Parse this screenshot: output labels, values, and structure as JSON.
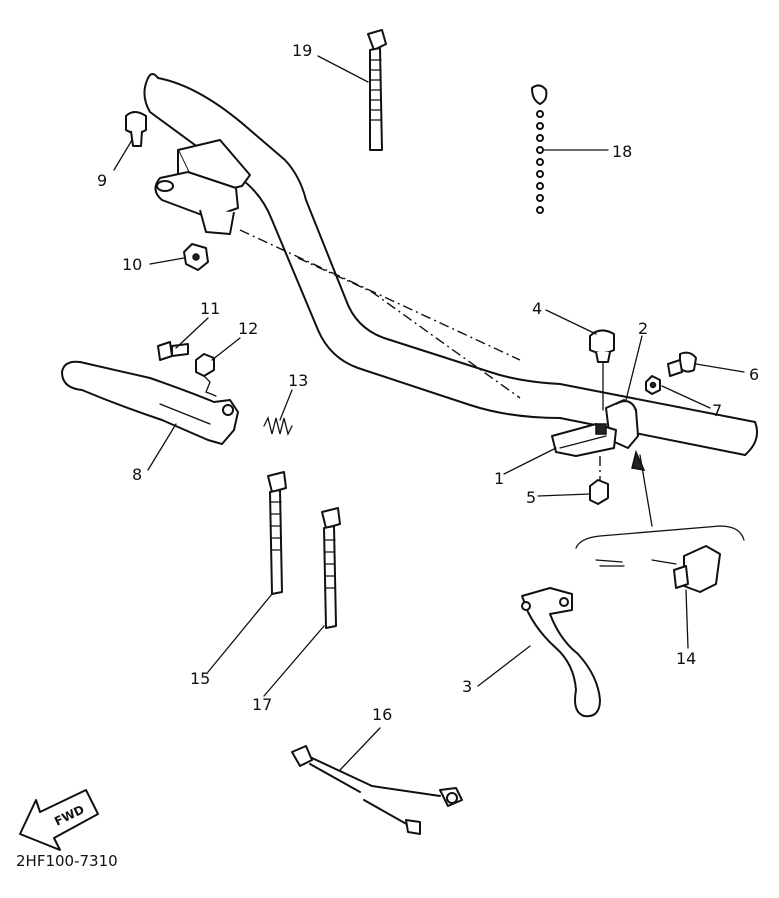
{
  "callouts": [
    {
      "id": "1",
      "label": "1"
    },
    {
      "id": "2",
      "label": "2"
    },
    {
      "id": "3",
      "label": "3"
    },
    {
      "id": "4",
      "label": "4"
    },
    {
      "id": "5",
      "label": "5"
    },
    {
      "id": "6",
      "label": "6"
    },
    {
      "id": "7",
      "label": "7"
    },
    {
      "id": "8",
      "label": "8"
    },
    {
      "id": "9",
      "label": "9"
    },
    {
      "id": "10",
      "label": "10"
    },
    {
      "id": "11",
      "label": "11"
    },
    {
      "id": "12",
      "label": "12"
    },
    {
      "id": "13",
      "label": "13"
    },
    {
      "id": "14",
      "label": "14"
    },
    {
      "id": "15",
      "label": "15"
    },
    {
      "id": "16",
      "label": "16"
    },
    {
      "id": "17",
      "label": "17"
    },
    {
      "id": "18",
      "label": "18"
    },
    {
      "id": "19",
      "label": "19"
    }
  ],
  "fwd_label": "FWD",
  "drawing_code": "2HF100-7310"
}
